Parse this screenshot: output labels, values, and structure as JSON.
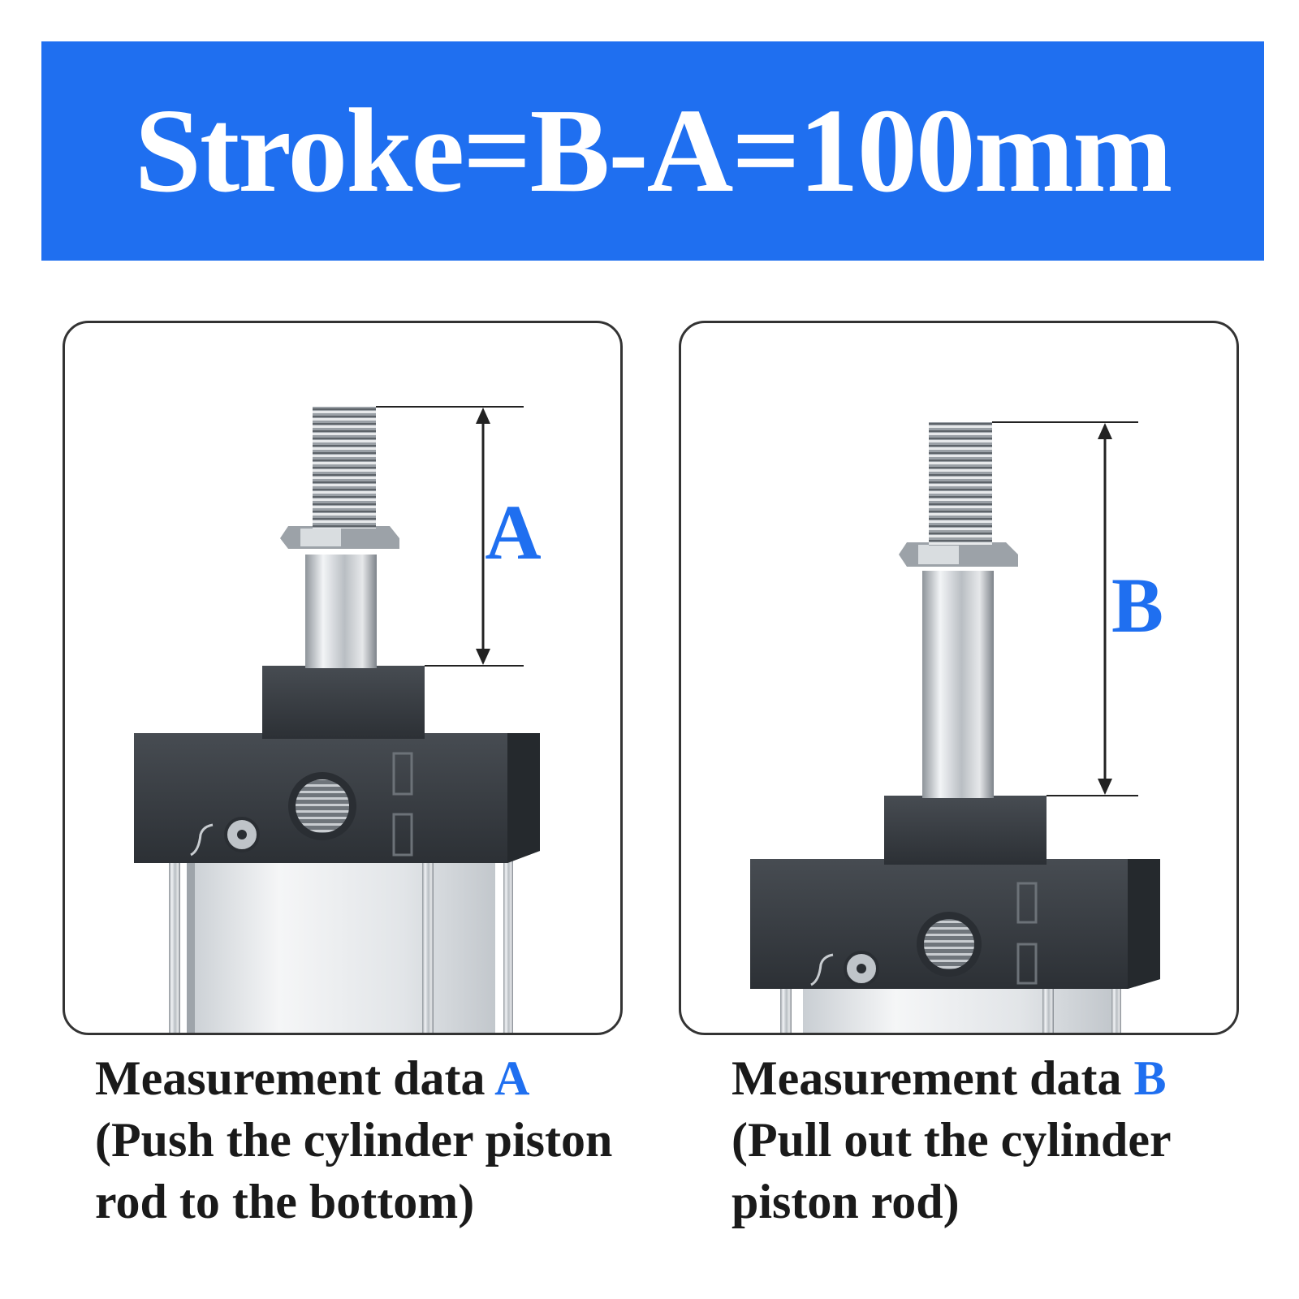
{
  "banner": {
    "title": "Stroke=B-A=100mm"
  },
  "panel_a": {
    "dimension_label": "A",
    "caption_title": "Measurement data",
    "caption_letter": "A",
    "caption_line2": "(Push the cylinder piston",
    "caption_line3": "rod to the bottom)"
  },
  "panel_b": {
    "dimension_label": "B",
    "caption_title": "Measurement data",
    "caption_letter": "B",
    "caption_line2": "(Pull out the cylinder",
    "caption_line3": "piston rod)"
  },
  "colors": {
    "accent": "#1f6ff0",
    "banner_text": "#ffffff",
    "cylinder_head": "#3a3f44"
  }
}
